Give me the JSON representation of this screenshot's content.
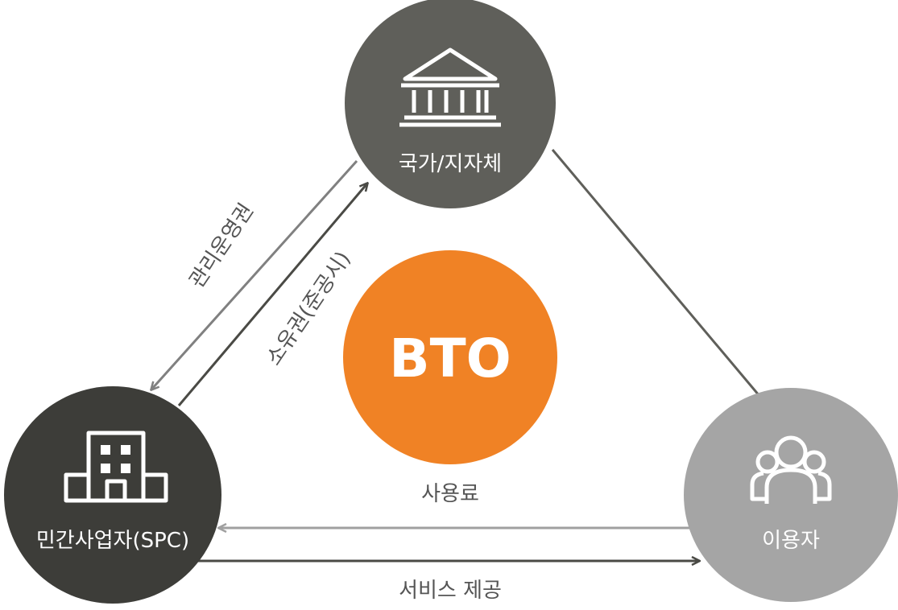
{
  "colors": {
    "government": "#5f5f5a",
    "private": "#3d3d39",
    "user": "#a5a5a5",
    "center": "#f08225",
    "arrow_dark": "#4a4a45",
    "arrow_light": "#a0a0a0",
    "connector": "#5f5f5a"
  },
  "center": {
    "label": "BTO"
  },
  "nodes": {
    "government": {
      "label": "국가/지자체",
      "icon": "government-building-icon"
    },
    "private": {
      "label": "민간사업자(SPC)",
      "icon": "office-building-icon"
    },
    "user": {
      "label": "이용자",
      "icon": "users-group-icon"
    }
  },
  "edges": {
    "operation_rights": {
      "label": "관리운영권"
    },
    "ownership": {
      "label": "소유권(준공시)"
    },
    "usage_fee": {
      "label": "사용료"
    },
    "service": {
      "label": "서비스 제공"
    }
  }
}
